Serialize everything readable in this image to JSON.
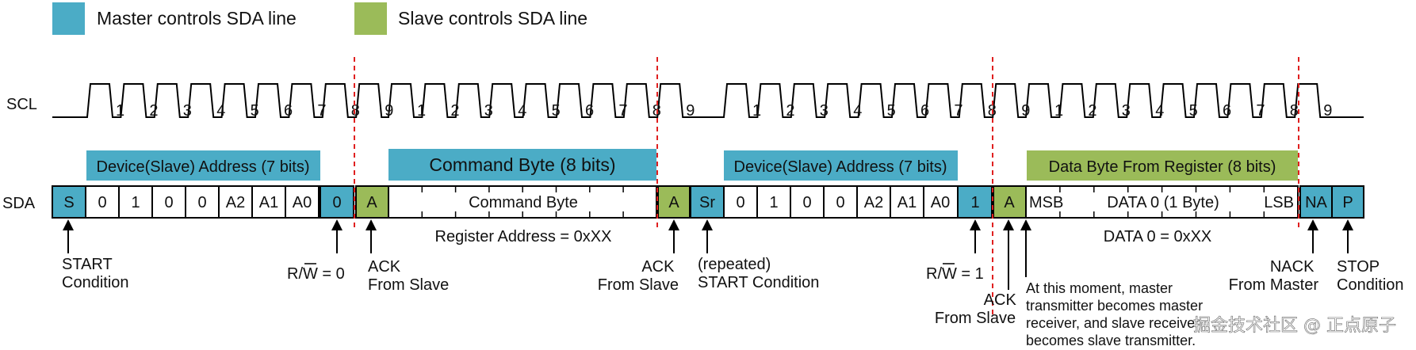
{
  "colors": {
    "master": "#4bacc6",
    "slave": "#9bbb59",
    "line": "#000000",
    "divider": "#e02020"
  },
  "legend": {
    "master_label": "Master controls SDA line",
    "slave_label": "Slave controls SDA line"
  },
  "signals": {
    "scl": "SCL",
    "sda": "SDA"
  },
  "scl_pulses": [
    [
      "1",
      "2",
      "3",
      "4",
      "5",
      "6",
      "7",
      "8",
      "9"
    ],
    [
      "1",
      "2",
      "3",
      "4",
      "5",
      "6",
      "7",
      "8",
      "9"
    ],
    [
      "1",
      "2",
      "3",
      "4",
      "5",
      "6",
      "7",
      "8",
      "9"
    ],
    [
      "1",
      "2",
      "3",
      "4",
      "5",
      "6",
      "7",
      "8",
      "9"
    ]
  ],
  "field_labels": {
    "addr1": "Device(Slave) Address (7 bits)",
    "cmd": "Command Byte (8 bits)",
    "addr2": "Device(Slave) Address (7 bits)",
    "data": "Data Byte From Register (8 bits)"
  },
  "sda_cells": {
    "seg1": [
      "S",
      "0",
      "1",
      "0",
      "0",
      "A2",
      "A1",
      "A0",
      "0",
      "A"
    ],
    "cmd": "Command Byte",
    "ack2": "A",
    "seg2": [
      "Sr",
      "0",
      "1",
      "0",
      "0",
      "A2",
      "A1",
      "A0",
      "1",
      "A"
    ],
    "data_msb": "MSB",
    "data_mid": "DATA 0 (1 Byte)",
    "data_lsb": "LSB",
    "nack": "NA",
    "stop": "P"
  },
  "below": {
    "reg_addr": "Register Address = 0xXX",
    "data_val": "DATA 0 = 0xXX"
  },
  "annotations": {
    "start": [
      "START",
      "Condition"
    ],
    "rw0": "R/W = 0",
    "ack1": [
      "ACK",
      "From Slave"
    ],
    "ack2": [
      "ACK",
      "From Slave"
    ],
    "repeated": [
      "(repeated)",
      "START Condition"
    ],
    "rw1": "R/W = 1",
    "ack3": [
      "ACK",
      "From Slave"
    ],
    "moment": [
      "At this moment, master",
      "transmitter becomes master",
      "receiver, and slave receiver",
      "becomes slave transmitter."
    ],
    "nack": [
      "NACK",
      "From Master"
    ],
    "stop": [
      "STOP",
      "Condition"
    ]
  },
  "watermark": "掘金技术社区 @ 正点原子"
}
